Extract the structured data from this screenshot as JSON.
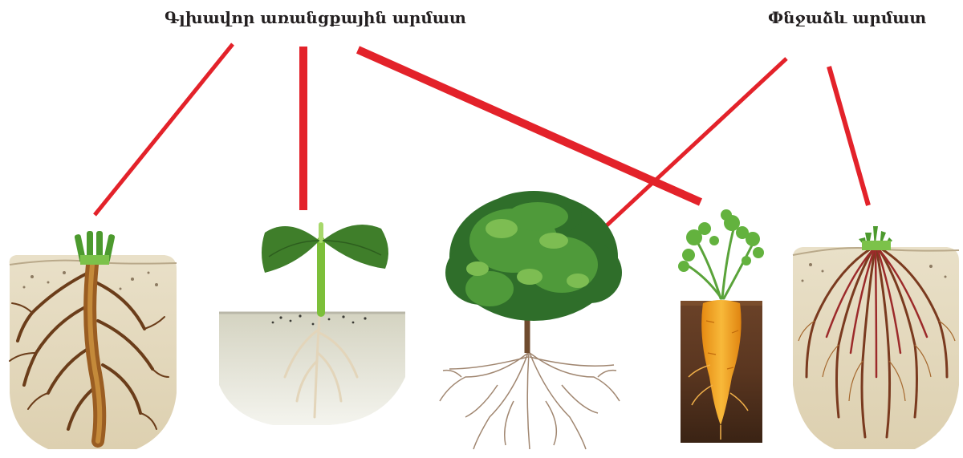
{
  "labels": {
    "taproot": "Գլխավոր առանցքային արմատ",
    "fibrous": "Փնջաձև արմատ"
  },
  "colors": {
    "connector": "#e3222a",
    "soil_light": "#e6dcc4",
    "soil_dark": "#4a2e1c",
    "root_brown": "#7b4a22",
    "leaf_green": "#3f8a2e",
    "carrot_orange": "#f2a01f"
  },
  "illustrations": [
    {
      "id": "taproot-plant-1",
      "icon": "taproot-illustration"
    },
    {
      "id": "seedling",
      "icon": "seedling-illustration"
    },
    {
      "id": "bush",
      "icon": "bush-illustration"
    },
    {
      "id": "carrot",
      "icon": "carrot-illustration"
    },
    {
      "id": "fibrous-plant",
      "icon": "fibrous-root-illustration"
    }
  ]
}
